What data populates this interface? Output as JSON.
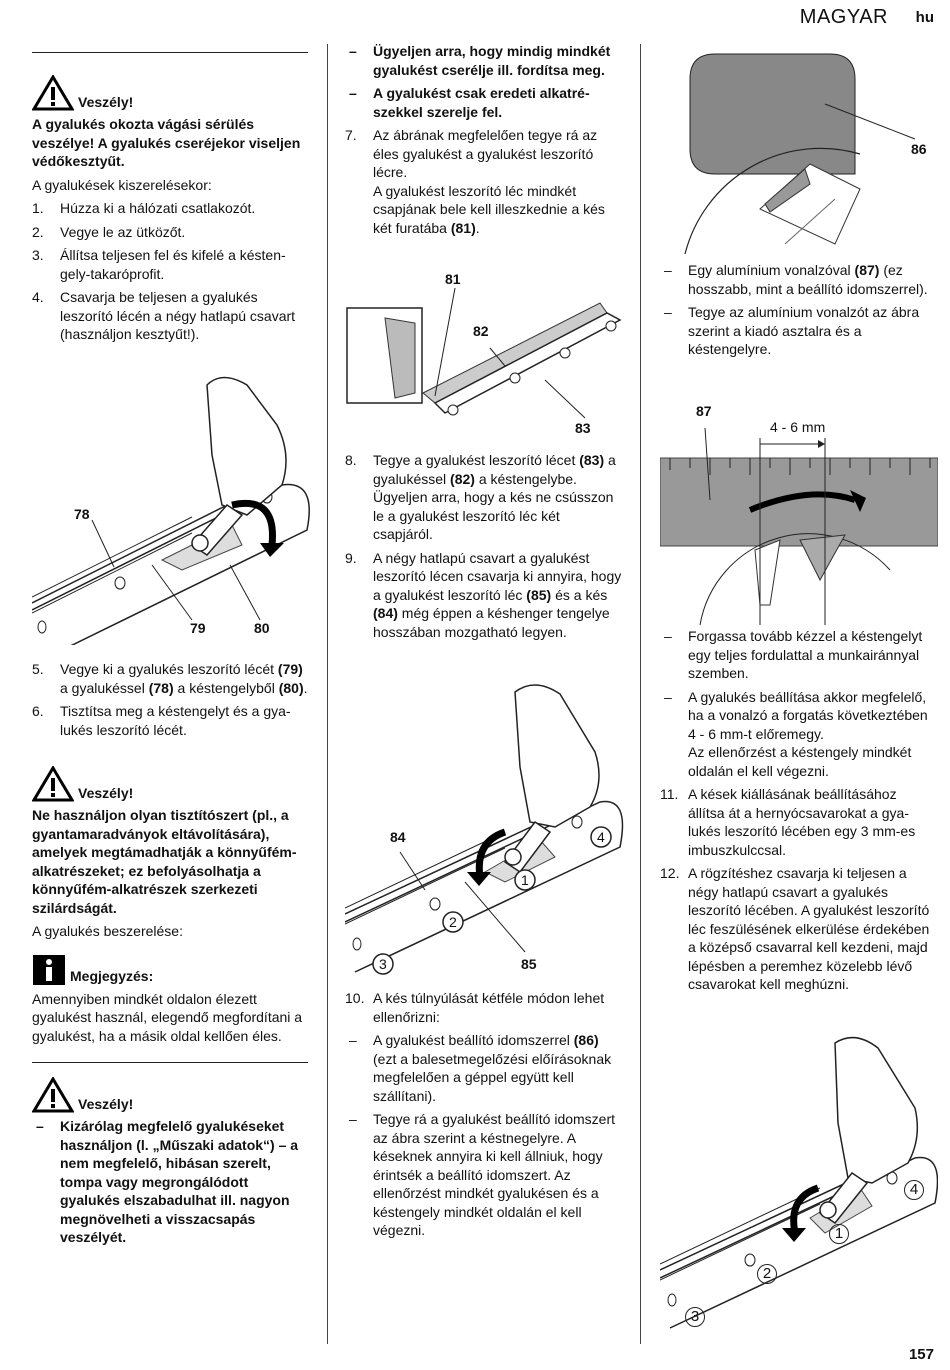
{
  "header": {
    "language": "MAGYAR",
    "lang_code": "hu"
  },
  "page_number": "157",
  "col1": {
    "warn1_title": "Veszély!",
    "warn1_text": "A gyalukés okozta vágási sérülés veszélye! A gyalukés cseréjekor viseljen védőkesztyűt.",
    "intro": "A gyalukések kiszerelésekor:",
    "steps_a": [
      {
        "n": "1.",
        "t": "Húzza ki a hálózati csatlakozót."
      },
      {
        "n": "2.",
        "t": "Vegye le az ütközőt."
      },
      {
        "n": "3.",
        "t": "Állítsa teljesen fel és kifelé a késten­gely-takaróprofit."
      },
      {
        "n": "4.",
        "t": "Csavarja be teljesen a gyalukés leszorító lécén a négy hatlapú csa­vart (használjon kesztyűt!)."
      }
    ],
    "fig1_labels": {
      "a": "78",
      "b": "79",
      "c": "80"
    },
    "step5_n": "5.",
    "step5_pre": "Vegye ki a gyalukés leszorító lécét",
    "step5_b1": "(79)",
    "step5_mid": "a gyalukéssel",
    "step5_b2": "(78)",
    "step5_mid2": "a késten­gelyből",
    "step5_b3": "(80)",
    "step5_end": ".",
    "step6_n": "6.",
    "step6": "Tisztítsa meg a késtengelyt és a gya­lukés leszorító lécét.",
    "warn2_title": "Veszély!",
    "warn2_text": "Ne használjon olyan tisztítószert (pl., a gyantamaradványok eltávolítá­sára), amelyek megtámadhatják a könnyűfém-alkatrészeket; ez befolyá­solhatja a könnyűfém-alkatrészek szerkezeti szilárdságát.",
    "install": "A gyalukés beszerelése:",
    "note_title": "Megjegyzés:",
    "note_text": "Amennyiben mindkét oldalon élezett gyalukést használ, elegendő megfordí­tani a gyalukést, ha a másik oldal kellően éles.",
    "warn3_title": "Veszély!",
    "warn3_dash": "–",
    "warn3_text": "Kizárólag megfelelő gyalukése­ket használjon (l. „Műszaki ada­tok“) – a nem megfelelő, hibásan szerelt, tompa vagy megrongáló­dott gyalukés elszabadulhat ill. nagyon megnövelheti a vissza­csapás veszélyét."
  },
  "col2": {
    "dash_bold": [
      "Ügyeljen arra, hogy mindig mind­két gyalukést cserélje ill. fordítsa meg.",
      "A gyalukést csak eredeti alkatré­szekkel szerelje fel."
    ],
    "step7_n": "7.",
    "step7a": "Az ábrának megfelelően tegye rá az éles gyalukést a gyalukést leszorító lécre.",
    "step7b": "A gyalukést leszorító léc mindkét csapjának bele kell illeszkednie a kés két furatába",
    "step7b_ref": "(81)",
    "step7b_end": ".",
    "fig2_labels": {
      "a": "81",
      "b": "82",
      "c": "83"
    },
    "step8_n": "8.",
    "step8_pre": "Tegye a gyalukést leszorító lécet",
    "step8_b1": "(83)",
    "step8_mid": "a gyalukéssel",
    "step8_b2": "(82)",
    "step8_end": "a késten­gelybe. Ügyeljen arra, hogy a kés ne csússzon le a gyalukést leszorító léc két csapjáról.",
    "step9_n": "9.",
    "step9_pre": "A négy hatlapú csavart a gyalukést leszorító lécen csavarja ki annyira, hogy a gyalukést leszorító léc",
    "step9_b1": "(85)",
    "step9_mid": "és a kés",
    "step9_b2": "(84)",
    "step9_end": "még éppen a késhen­ger tengelye hosszában mozgat­ható legyen.",
    "fig3_labels": {
      "a": "84",
      "b": "85",
      "c1": "1",
      "c2": "2",
      "c3": "3",
      "c4": "4"
    },
    "step10_n": "10.",
    "step10": "A kés túlnyúlását kétféle módon lehet ellenőrizni:",
    "dash1_pre": "A gyalukést beállító idomszerrel",
    "dash1_b": "(86)",
    "dash1_end": "(ezt a balesetmegelőzési előírások­nak megfelelően a géppel együtt kell szállítani).",
    "dash2": "Tegye rá a gyalukést beállító idom­szert az ábra szerint a késtnegelyre. A késeknek annyira ki kell állniuk, hogy érintsék a beállító idomszert. Az ellenőrzést mindkét gyalukésen és a késtengely mindkét oldalán el kell végezni."
  },
  "col3": {
    "fig4_label": "86",
    "dash1_pre": "Egy alumínium vonalzóval",
    "dash1_b": "(87)",
    "dash1_end": "(ez hosszabb, mint a beállító idomszer­rel).",
    "dash2": "Tegye az alumínium vonalzót az ábra szerint a kiadó asztalra és a késtengelyre.",
    "fig5_label": "87",
    "fig5_dim": "4 - 6 mm",
    "dash3": "Forgassa tovább kézzel a késten­gelyt egy teljes fordulattal a munka­iránnyal szemben.",
    "dash4a": "A gyalukés beállítása akkor megfe­lelő, ha a vonalzó a forgatás követ­keztében 4 - 6 mm-t előremegy.",
    "dash4b": "Az ellenőrzést a késtengely mindkét oldalán el kell végezni.",
    "step11_n": "11.",
    "step11": "A kések kiállásának beállításához állítsa át a hernyócsavarokat a gya­lukés leszorító lécében egy 3 mm-es imbuszkulccsal.",
    "step12_n": "12.",
    "step12": "A rögzítéshez csavarja ki teljesen a négy hatlapú csavart a gyalukés leszorító lécében. A gyalukést leszo­rító léc feszülésének elkerülése érdekében a középső csavarral kell kezdeni, majd lépésben a peremhez közelebb lévő csavarokat kell meg­húzni.",
    "fig6_labels": {
      "c1": "1",
      "c2": "2",
      "c3": "3",
      "c4": "4"
    }
  }
}
